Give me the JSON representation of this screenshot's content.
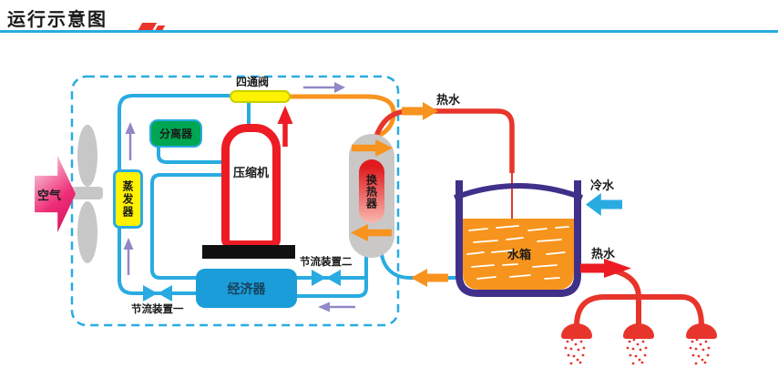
{
  "page": {
    "title": "运行示意图"
  },
  "colors": {
    "pipe-blue": "#29abe2",
    "pipe-orange": "#f7931e",
    "pipe-red": "#e8352c",
    "accent-red": "#ed1c24",
    "valve-yellow": "#fff200",
    "separator-green": "#00a651",
    "economizer-blue": "#1b9dd9",
    "tank-purple": "#40308a",
    "water-orange": "#f7941d",
    "arrow-purple": "#8f8ac5",
    "machine-gray": "#c9c8c6",
    "air-magenta": "#ec1c6e"
  },
  "labels": {
    "air": "空气",
    "evaporator": "蒸发器",
    "separator": "分离器",
    "compressor": "压缩机",
    "four_way_valve": "四通阀",
    "economizer": "经济器",
    "throttle_1": "节流装置一",
    "throttle_2": "节流装置二",
    "heat_exchanger": "换热器",
    "hot_water_top": "热水",
    "cold_water": "冷水",
    "hot_water_out": "热水",
    "water_tank": "水箱"
  }
}
